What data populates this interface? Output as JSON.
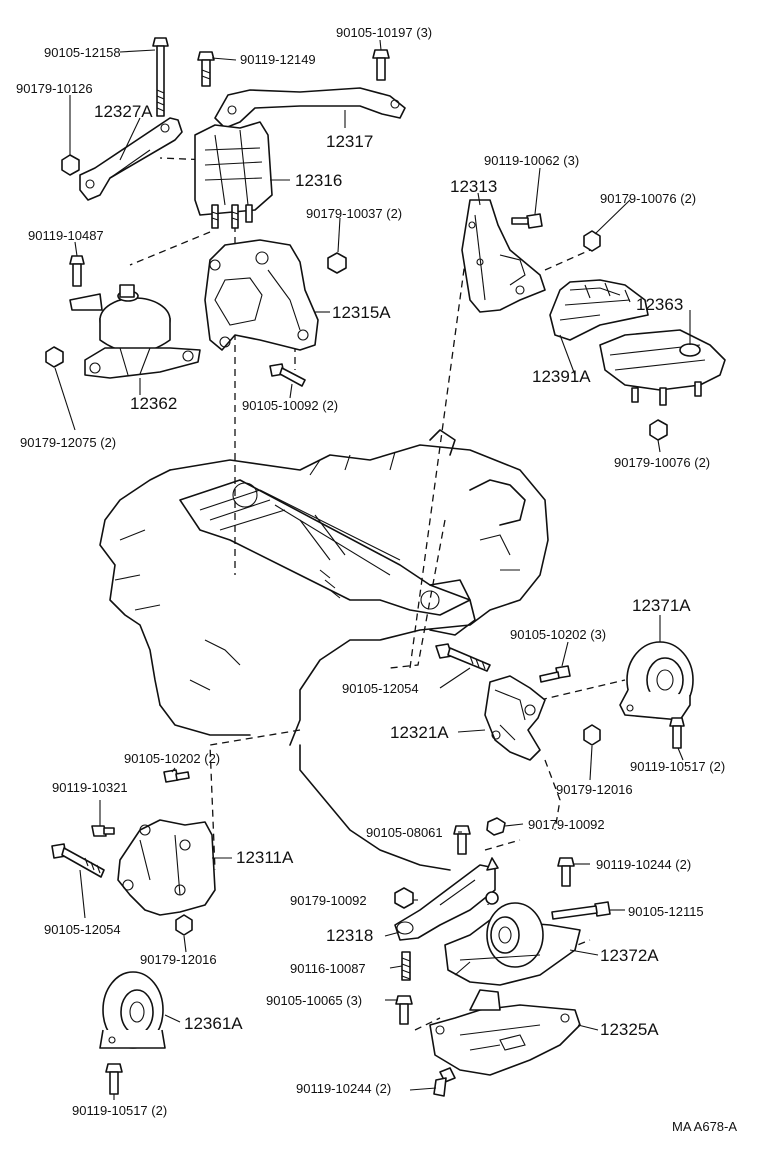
{
  "labels": {
    "p90105_12158": "90105-12158",
    "p90119_12149": "90119-12149",
    "p90105_10197": "90105-10197 (3)",
    "p90179_10126": "90179-10126",
    "p12327A": "12327A",
    "p12317": "12317",
    "p12316": "12316",
    "p90119_10062": "90119-10062 (3)",
    "p12313": "12313",
    "p90179_10076a": "90179-10076 (2)",
    "p90179_10037": "90179-10037 (2)",
    "p90119_10487": "90119-10487",
    "p12363": "12363",
    "p12315A": "12315A",
    "p12391A": "12391A",
    "p12362": "12362",
    "p90105_10092": "90105-10092 (2)",
    "p90179_12075": "90179-12075 (2)",
    "p90179_10076b": "90179-10076 (2)",
    "p12371A": "12371A",
    "p90105_10202a": "90105-10202 (3)",
    "p90105_12054a": "90105-12054",
    "p12321A": "12321A",
    "p90119_10517a": "90119-10517 (2)",
    "p90105_10202b": "90105-10202 (2)",
    "p90179_12016a": "90179-12016",
    "p90119_10321": "90119-10321",
    "p90105_08061": "90105-08061",
    "p90179_10092a": "90179-10092",
    "p12311A": "12311A",
    "p90119_10244a": "90119-10244 (2)",
    "p90179_10092b": "90179-10092",
    "p90105_12115": "90105-12115",
    "p90105_12054b": "90105-12054",
    "p12318": "12318",
    "p90179_12016b": "90179-12016",
    "p90116_10087": "90116-10087",
    "p12372A": "12372A",
    "p90105_10065": "90105-10065 (3)",
    "p12361A": "12361A",
    "p12325A": "12325A",
    "p90119_10244b": "90119-10244 (2)",
    "p90119_10517b": "90119-10517 (2)"
  },
  "figure_code": "MA A678-A"
}
